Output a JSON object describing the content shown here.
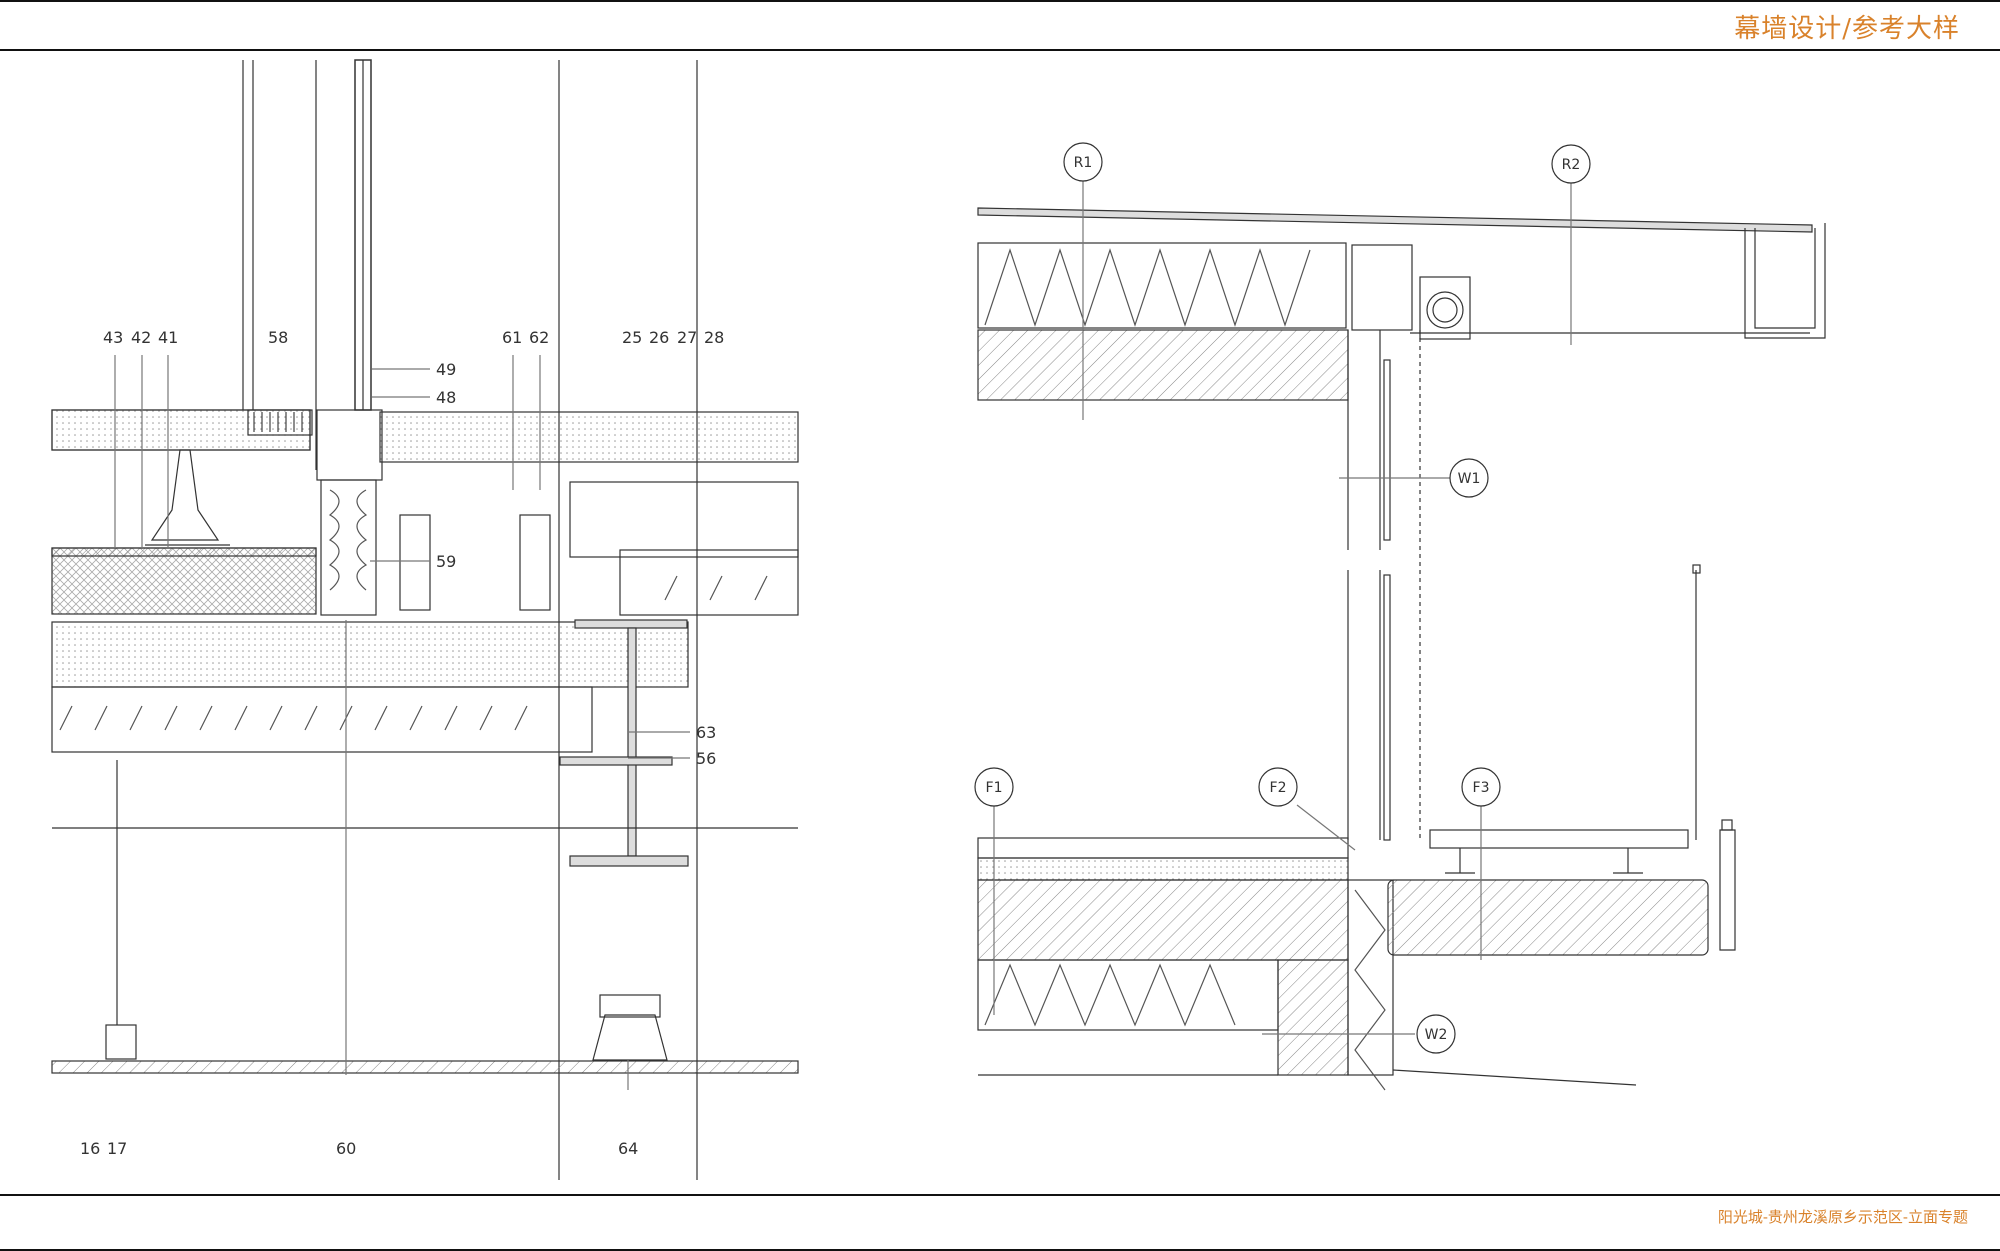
{
  "header": {
    "title": "幕墙设计/参考大样"
  },
  "footer": {
    "caption": "阳光城-贵州龙溪原乡示范区-立面专题"
  },
  "left_detail": {
    "top_labels": [
      "43",
      "42",
      "41",
      "58",
      "61",
      "62",
      "25",
      "26",
      "27",
      "28"
    ],
    "glass_labels": [
      "49",
      "48"
    ],
    "mid_labels": [
      "59"
    ],
    "side_labels": [
      "63",
      "56"
    ],
    "bottom_labels": [
      "16",
      "17",
      "60",
      "64"
    ]
  },
  "right_detail": {
    "tags": [
      "R1",
      "R2",
      "W1",
      "F1",
      "F2",
      "F3",
      "W2"
    ]
  }
}
